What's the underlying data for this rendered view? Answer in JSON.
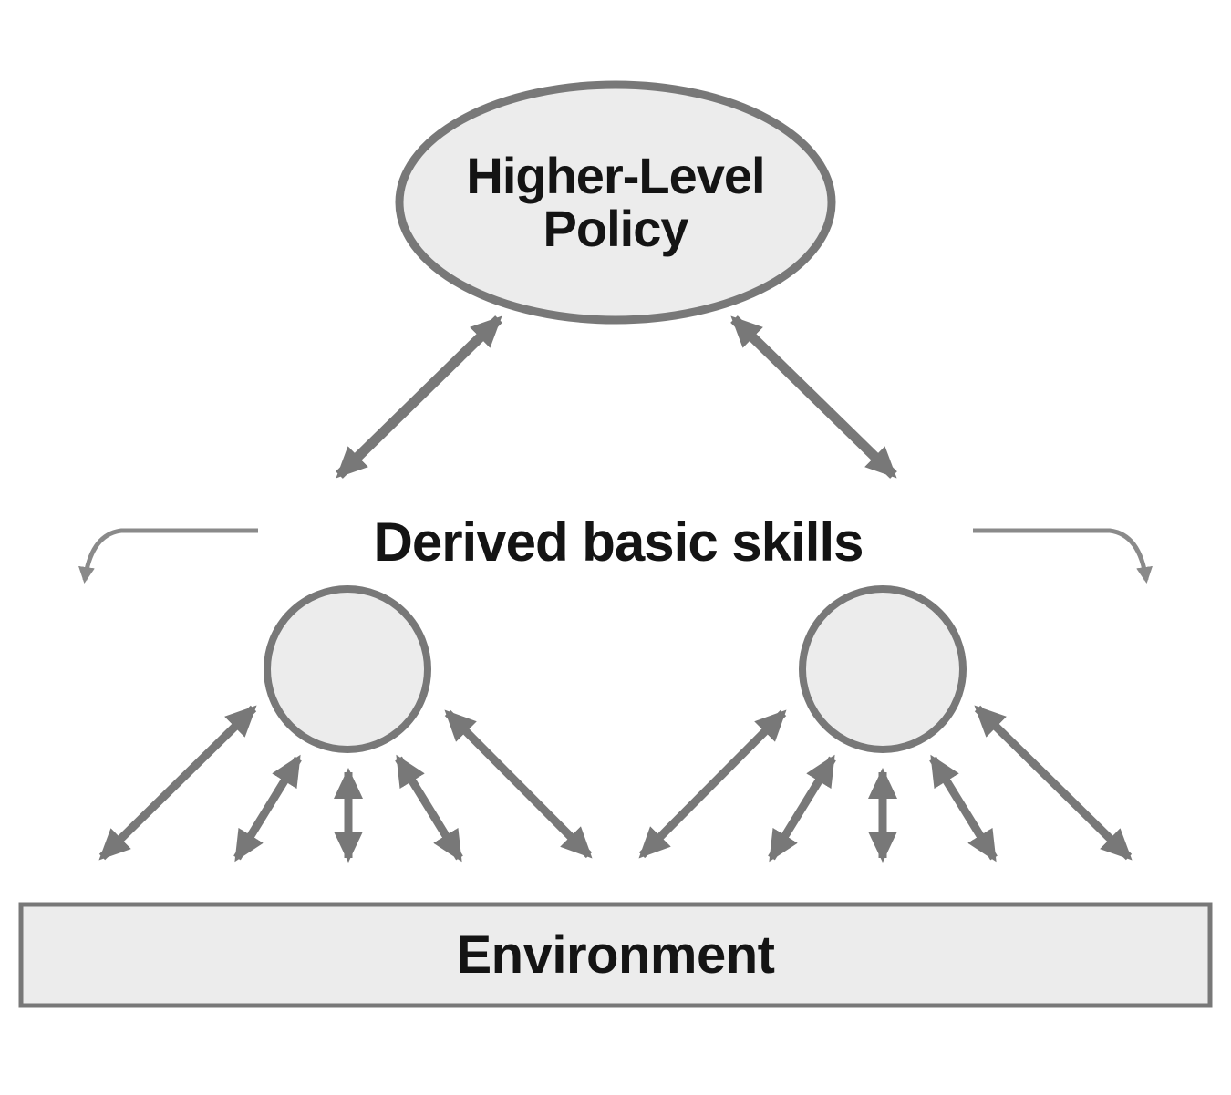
{
  "nodes": {
    "higher_level_policy": {
      "line1": "Higher-Level",
      "line2": "Policy"
    },
    "skills_label": "Derived basic skills",
    "environment_label": "Environment"
  },
  "colors": {
    "background": "#ffffff",
    "node_fill": "#ececec",
    "node_stroke": "#787878",
    "arrow": "#787878",
    "bracket": "#8a8a8a",
    "label_text": "#141414"
  }
}
